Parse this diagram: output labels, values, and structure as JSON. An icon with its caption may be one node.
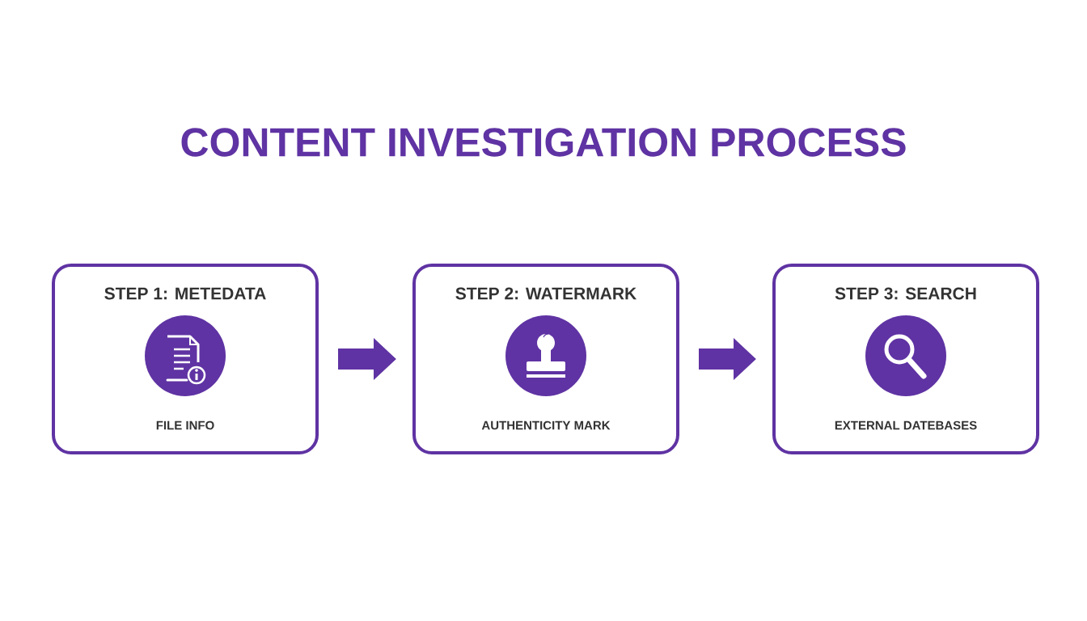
{
  "diagram": {
    "title": "CONTENT INVESTIGATION PROCESS",
    "nodes": [
      {
        "text": [
          "STEP 1: METEDATA",
          "FILE INFO"
        ]
      },
      {
        "text": [
          "STEP 2: WATERMARK",
          "AUTHENTICITY MARK"
        ]
      },
      {
        "text": [
          "STEP 3: SEARCH",
          "EXTERNAL DATEBASES"
        ]
      }
    ],
    "edges": [
      {
        "from": 0,
        "to": 1,
        "arrow": "to"
      },
      {
        "from": 1,
        "to": 2,
        "arrow": "to"
      }
    ]
  }
}
